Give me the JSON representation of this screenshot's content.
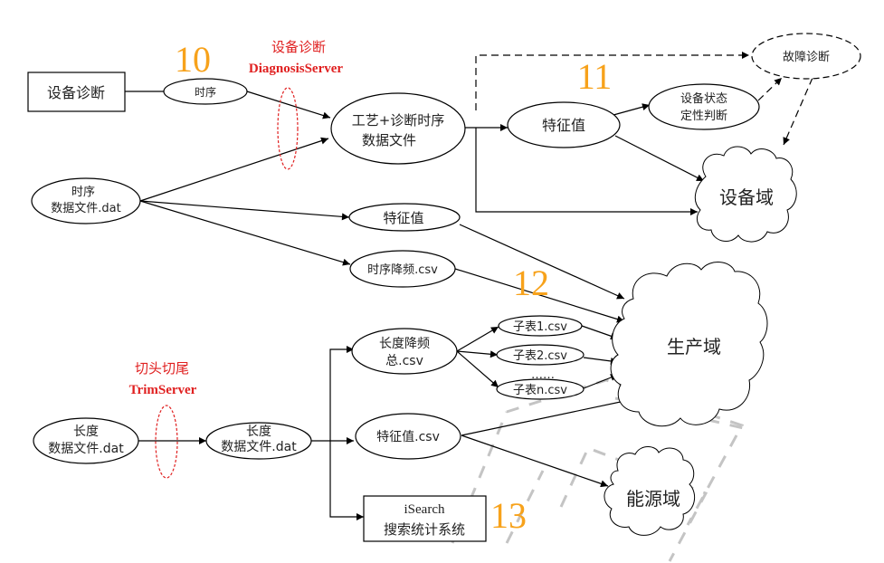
{
  "diagram": {
    "step_numbers": [
      "10",
      "11",
      "12",
      "13"
    ],
    "servers": {
      "diagnosis": {
        "name_cn": "设备诊断",
        "name_en": "DiagnosisServer"
      },
      "trim": {
        "name_cn": "切头切尾",
        "name_en": "TrimServer"
      }
    },
    "nodes": {
      "device_diag_box": "设备诊断",
      "timing_small": "时序",
      "process_diag_file": [
        "工艺+诊断时序",
        "数据文件"
      ],
      "feature_top": "特征值",
      "device_state": [
        "设备状态",
        "定性判断"
      ],
      "fault_diag": "故障诊断",
      "device_domain": "设备域",
      "timing_dat": [
        "时序",
        "数据文件.dat"
      ],
      "feature_mid": "特征值",
      "timing_downsample": "时序降频.csv",
      "production_domain": "生产域",
      "length_downsample": [
        "长度降频",
        "总.csv"
      ],
      "sub_table_1": "子表1.csv",
      "sub_table_2": "子表2.csv",
      "ellipsis": "……",
      "sub_table_n": "子表n.csv",
      "length_dat_in": [
        "长度",
        "数据文件.dat"
      ],
      "length_dat_out": [
        "长度",
        "数据文件.dat"
      ],
      "feature_csv": "特征值.csv",
      "isearch": [
        "iSearch",
        "搜索统计系统"
      ],
      "energy_domain": "能源域"
    },
    "colors": {
      "step_number": "#f7a21b",
      "server_label": "#e02020",
      "background_grid": "#c4c4c4"
    }
  }
}
